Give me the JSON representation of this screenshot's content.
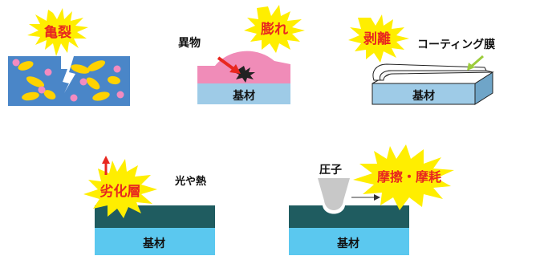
{
  "panels": {
    "crack": {
      "burst_label": "亀裂"
    },
    "blister": {
      "burst_label": "膨れ",
      "foreign_matter_label": "異物",
      "substrate_label": "基材"
    },
    "peeling": {
      "burst_label": "剥離",
      "coating_label": "コーティング膜",
      "substrate_label": "基材"
    },
    "degradation": {
      "burst_label": "劣化層",
      "light_heat_label": "光や熱",
      "substrate_label": "基材"
    },
    "wear": {
      "burst_label": "摩擦・摩耗",
      "indenter_label": "圧子",
      "substrate_label": "基材"
    }
  },
  "colors": {
    "burst_fill": "#ffee00",
    "burst_text": "#e8271f",
    "arrow_red": "#e8271f",
    "substrate": "#9ecbe7",
    "bright_substrate": "#5bc8ef",
    "dark_layer": "#1f5c60",
    "crack_block": "#4a86c8",
    "pink_layer": "#f08cb8",
    "particle_yellow": "#ffd200",
    "particle_pink": "#f28bc0",
    "coating_green": "#9ccc3c"
  }
}
